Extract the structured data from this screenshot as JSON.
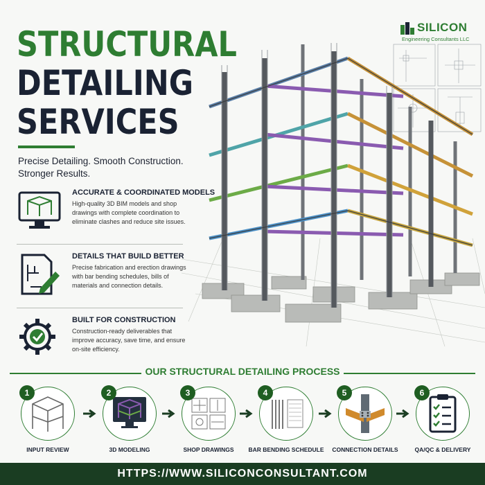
{
  "brand": {
    "name": "SILICON",
    "subtitle": "Engineering Consultants LLC",
    "green": "#2e7d32",
    "dark": "#1a2233",
    "footer_bg": "#1a3d22"
  },
  "hero": {
    "title_line1": "STRUCTURAL",
    "title_line2": "DETAILING",
    "title_line3": "SERVICES",
    "tagline": "Precise Detailing. Smooth Construction. Stronger Results."
  },
  "features": [
    {
      "icon": "bim-monitor-icon",
      "title": "ACCURATE & COORDINATED MODELS",
      "description": "High-quality 3D BIM models and shop drawings with complete coordination to eliminate clashes and reduce site issues."
    },
    {
      "icon": "drawing-pencil-icon",
      "title": "DETAILS THAT BUILD BETTER",
      "description": "Precise fabrication and erection drawings with bar bending schedules, bills of materials and connection details."
    },
    {
      "icon": "gear-check-icon",
      "title": "BUILT FOR CONSTRUCTION",
      "description": "Construction-ready deliverables that improve accuracy, save time, and ensure on-site efficiency."
    }
  ],
  "process": {
    "title": "OUR STRUCTURAL DETAILING PROCESS",
    "steps": [
      {
        "number": "1",
        "label": "INPUT REVIEW",
        "icon": "structure-frame-icon"
      },
      {
        "number": "2",
        "label": "3D MODELING",
        "icon": "monitor-model-icon"
      },
      {
        "number": "3",
        "label": "SHOP DRAWINGS",
        "icon": "blueprint-icon"
      },
      {
        "number": "4",
        "label": "BAR BENDING SCHEDULE",
        "icon": "rebar-schedule-icon"
      },
      {
        "number": "5",
        "label": "CONNECTION DETAILS",
        "icon": "beam-connection-icon"
      },
      {
        "number": "6",
        "label": "QA/QC & DELIVERY",
        "icon": "clipboard-check-icon"
      }
    ]
  },
  "footer": {
    "url": "HTTPS://WWW.SILICONCONSULTANT.COM"
  }
}
